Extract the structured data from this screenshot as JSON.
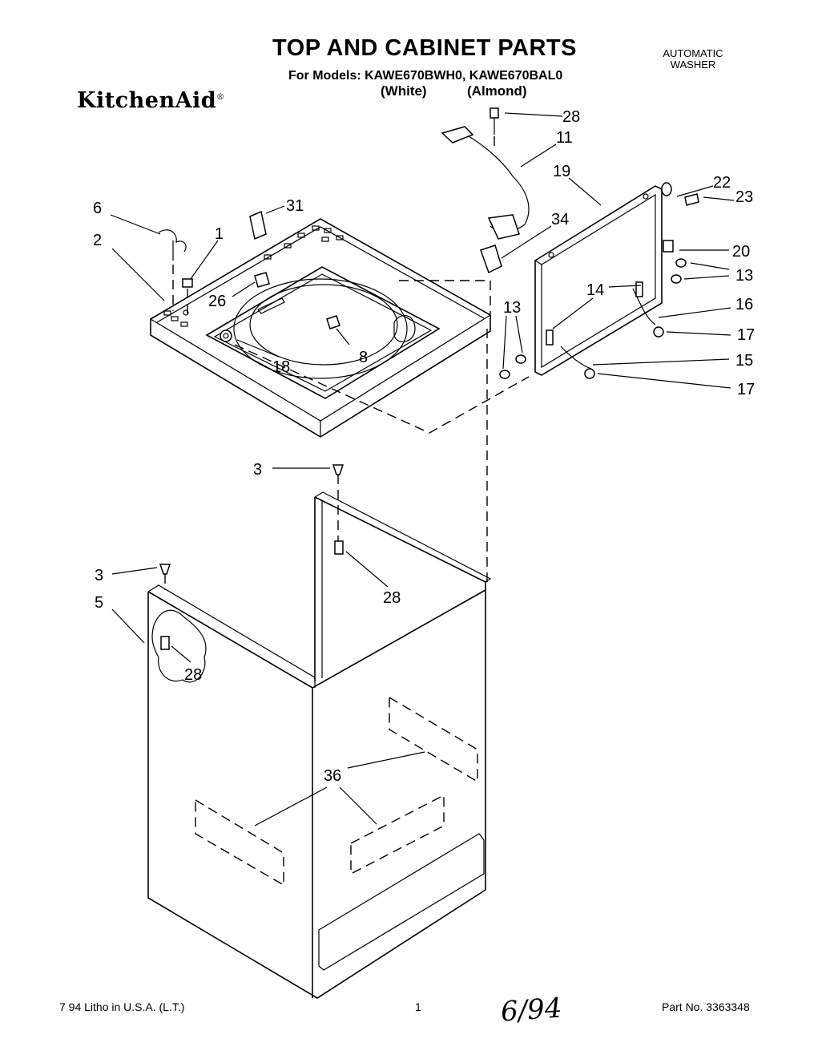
{
  "header": {
    "title": "TOP AND CABINET PARTS",
    "models": "For Models: KAWE670BWH0, KAWE670BAL0",
    "color_white": "(White)",
    "color_almond": "(Almond)",
    "product_type": "AUTOMATIC WASHER",
    "brand": "KitchenAid"
  },
  "callouts": {
    "c28a": "28",
    "c11": "11",
    "c19": "19",
    "c22": "22",
    "c23": "23",
    "c6": "6",
    "c31": "31",
    "c1": "1",
    "c2": "2",
    "c34": "34",
    "c20": "20",
    "c13a": "13",
    "c13b": "13",
    "c14": "14",
    "c16": "16",
    "c26": "26",
    "c17a": "17",
    "c15": "15",
    "c17b": "17",
    "c18": "18",
    "c8": "8",
    "c3a": "3",
    "c3b": "3",
    "c5": "5",
    "c28b": "28",
    "c28c": "28",
    "c36": "36"
  },
  "footer": {
    "print_info": "7 94  Litho in U.S.A. (L.T.)",
    "page_number": "1",
    "handwritten_date": "6/94",
    "part_number": "Part No. 3363348"
  }
}
